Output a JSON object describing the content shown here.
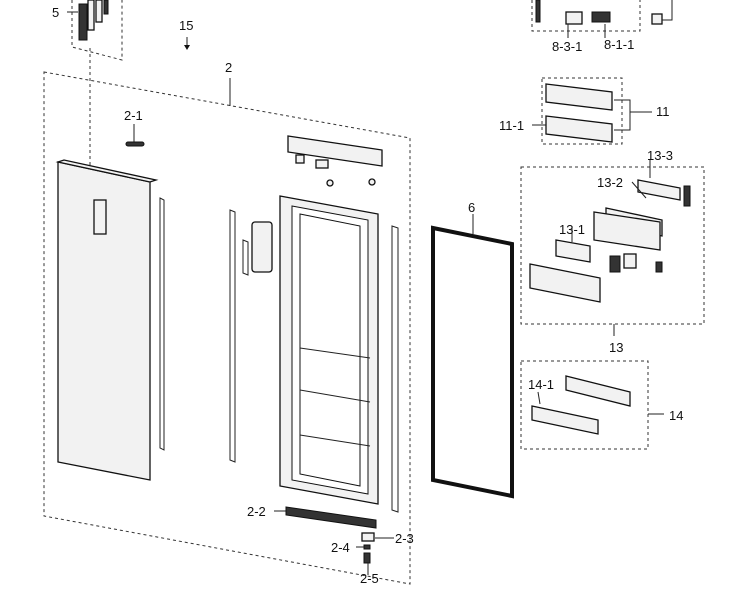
{
  "labels": {
    "l5": "5",
    "l15": "15",
    "l2": "2",
    "l2_1": "2-1",
    "l6": "6",
    "l2_2": "2-2",
    "l2_3": "2-3",
    "l2_4": "2-4",
    "l2_5": "2-5",
    "l8_3_1": "8-3-1",
    "l8_1_1": "8-1-1",
    "l11": "11",
    "l11_1": "11-1",
    "l13_3": "13-3",
    "l13_2": "13-2",
    "l13_1": "13-1",
    "l13": "13",
    "l14_1": "14-1",
    "l14": "14"
  }
}
